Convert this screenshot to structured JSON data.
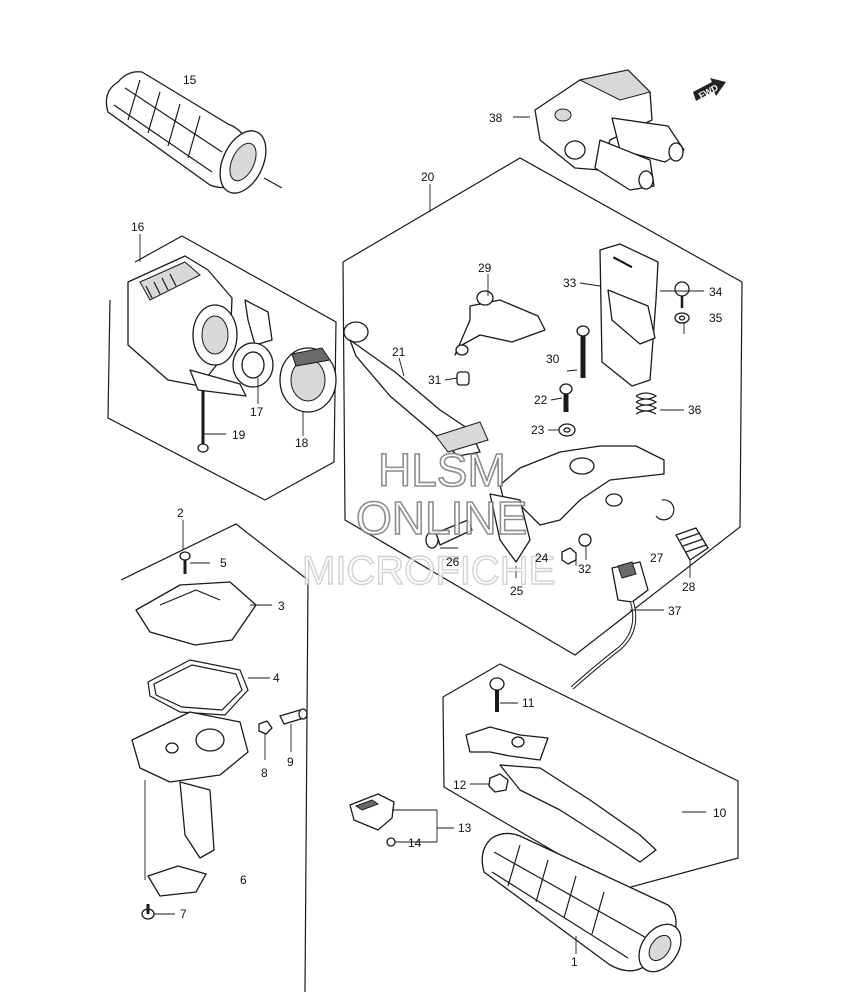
{
  "diagram": {
    "fwd_label": "FWD",
    "watermark": {
      "line1": "HLSM",
      "line2": "ONLINE",
      "line3": "MICROFICHE"
    },
    "callouts": {
      "c1": "1",
      "c2": "2",
      "c3": "3",
      "c4": "4",
      "c5": "5",
      "c6": "6",
      "c7": "7",
      "c8": "8",
      "c9": "9",
      "c10": "10",
      "c11": "11",
      "c12": "12",
      "c13": "13",
      "c14": "14",
      "c15": "15",
      "c16": "16",
      "c17": "17",
      "c18": "18",
      "c19": "19",
      "c20": "20",
      "c21": "21",
      "c22": "22",
      "c23": "23",
      "c24": "24",
      "c25": "25",
      "c26": "26",
      "c27": "27",
      "c28": "28",
      "c29": "29",
      "c30": "30",
      "c31": "31",
      "c32": "32",
      "c33": "33",
      "c34": "34",
      "c35": "35",
      "c36": "36",
      "c37": "37",
      "c38": "38"
    }
  }
}
